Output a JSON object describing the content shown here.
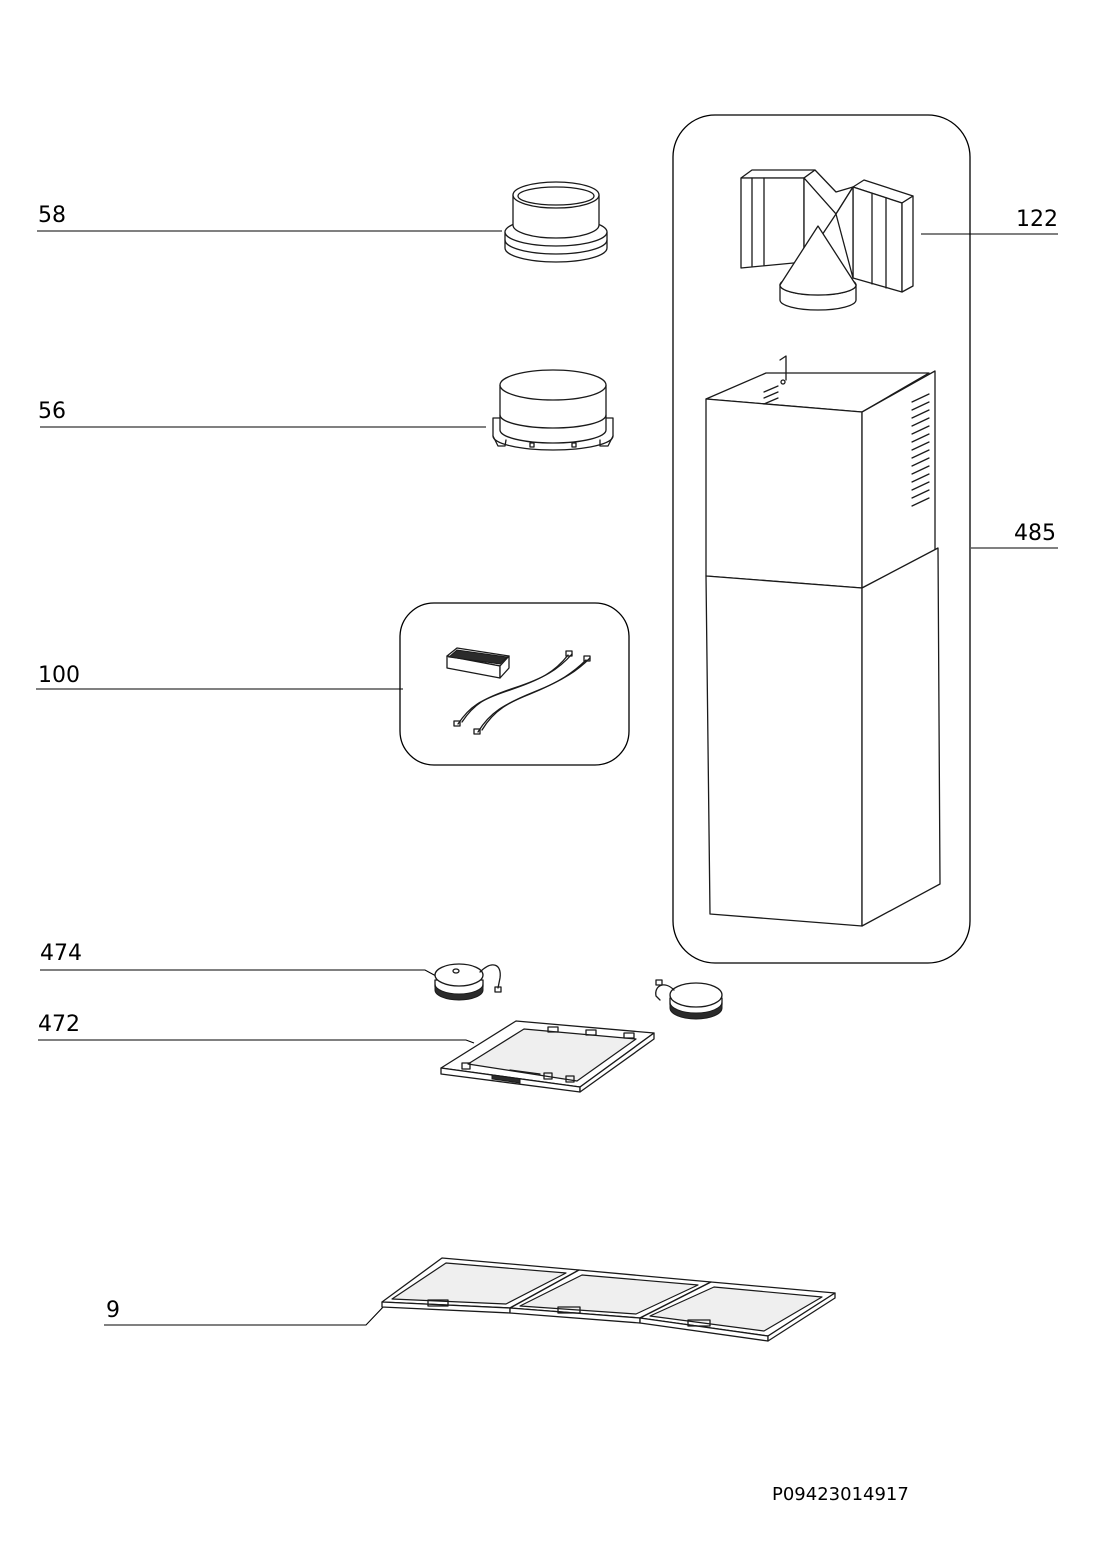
{
  "diagram": {
    "part_labels": {
      "p58": "58",
      "p56": "56",
      "p100": "100",
      "p474": "474",
      "p472": "472",
      "p9": "9",
      "p122": "122",
      "p485": "485"
    },
    "drawing_code": "P09423014917"
  }
}
